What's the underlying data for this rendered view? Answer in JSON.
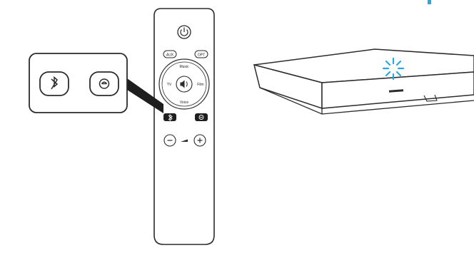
{
  "remote": {
    "buttons": {
      "aux": "AUX",
      "opt": "OPT",
      "music": "Music",
      "tv": "TV",
      "film": "Film",
      "voice": "Voice"
    },
    "icons": {
      "power": "power-icon",
      "mute": "mute-icon",
      "bluetooth": "bluetooth-icon",
      "sync": "sync-icon",
      "minus": "minus-icon",
      "plus": "plus-icon"
    }
  },
  "soundbar": {
    "indicator_color": "#29a8e0"
  },
  "callout": {
    "icons": [
      "bluetooth-icon",
      "sync-icon"
    ]
  },
  "colors": {
    "line": "#2b2b2b",
    "indicator": "#29a8e0",
    "button_dark": "#1e1e1e"
  }
}
